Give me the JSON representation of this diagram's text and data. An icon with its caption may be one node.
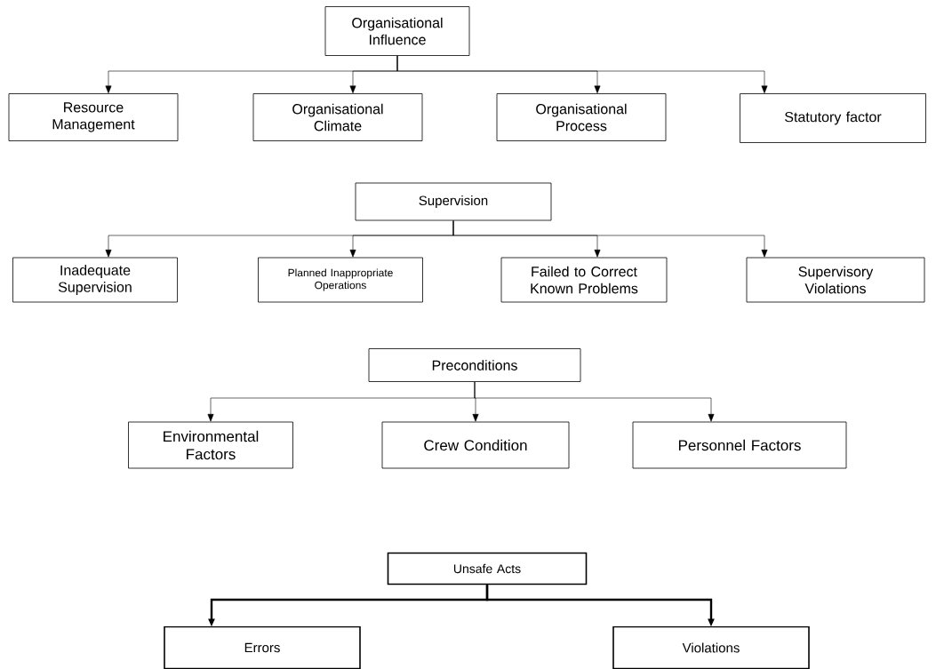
{
  "diagram": {
    "nodes": [
      {
        "text": [
          "Organisational Influence"
        ]
      },
      {
        "text": [
          "Resource Management"
        ]
      },
      {
        "text": [
          "Organisational Climate"
        ]
      },
      {
        "text": [
          "Organisational Process"
        ]
      },
      {
        "text": [
          "Statutory factor"
        ]
      },
      {
        "text": [
          "Supervision"
        ]
      },
      {
        "text": [
          "Inadequate Supervision"
        ]
      },
      {
        "text": [
          "Planned Inappropriate Operations"
        ]
      },
      {
        "text": [
          "Failed to Correct Known Problems"
        ]
      },
      {
        "text": [
          "Supervisory Violations"
        ]
      },
      {
        "text": [
          "Preconditions"
        ]
      },
      {
        "text": [
          "Environmental Factors"
        ]
      },
      {
        "text": [
          "Crew Condition"
        ]
      },
      {
        "text": [
          "Personnel Factors"
        ]
      },
      {
        "text": [
          "Unsafe Acts"
        ]
      },
      {
        "text": [
          "Errors"
        ]
      },
      {
        "text": [
          "Violations"
        ]
      }
    ],
    "edges": [
      {
        "from": 0,
        "to": 1,
        "arrow": "to"
      },
      {
        "from": 0,
        "to": 2,
        "arrow": "to"
      },
      {
        "from": 0,
        "to": 3,
        "arrow": "to"
      },
      {
        "from": 0,
        "to": 4,
        "arrow": "to"
      },
      {
        "from": 5,
        "to": 6,
        "arrow": "to"
      },
      {
        "from": 5,
        "to": 7,
        "arrow": "to"
      },
      {
        "from": 5,
        "to": 8,
        "arrow": "to"
      },
      {
        "from": 5,
        "to": 9,
        "arrow": "to"
      },
      {
        "from": 10,
        "to": 11,
        "arrow": "to"
      },
      {
        "from": 10,
        "to": 12,
        "arrow": "to"
      },
      {
        "from": 10,
        "to": 13,
        "arrow": "to"
      },
      {
        "from": 14,
        "to": 15,
        "arrow": "to",
        "style": "thick"
      },
      {
        "from": 14,
        "to": 16,
        "arrow": "to",
        "style": "thick"
      }
    ]
  }
}
